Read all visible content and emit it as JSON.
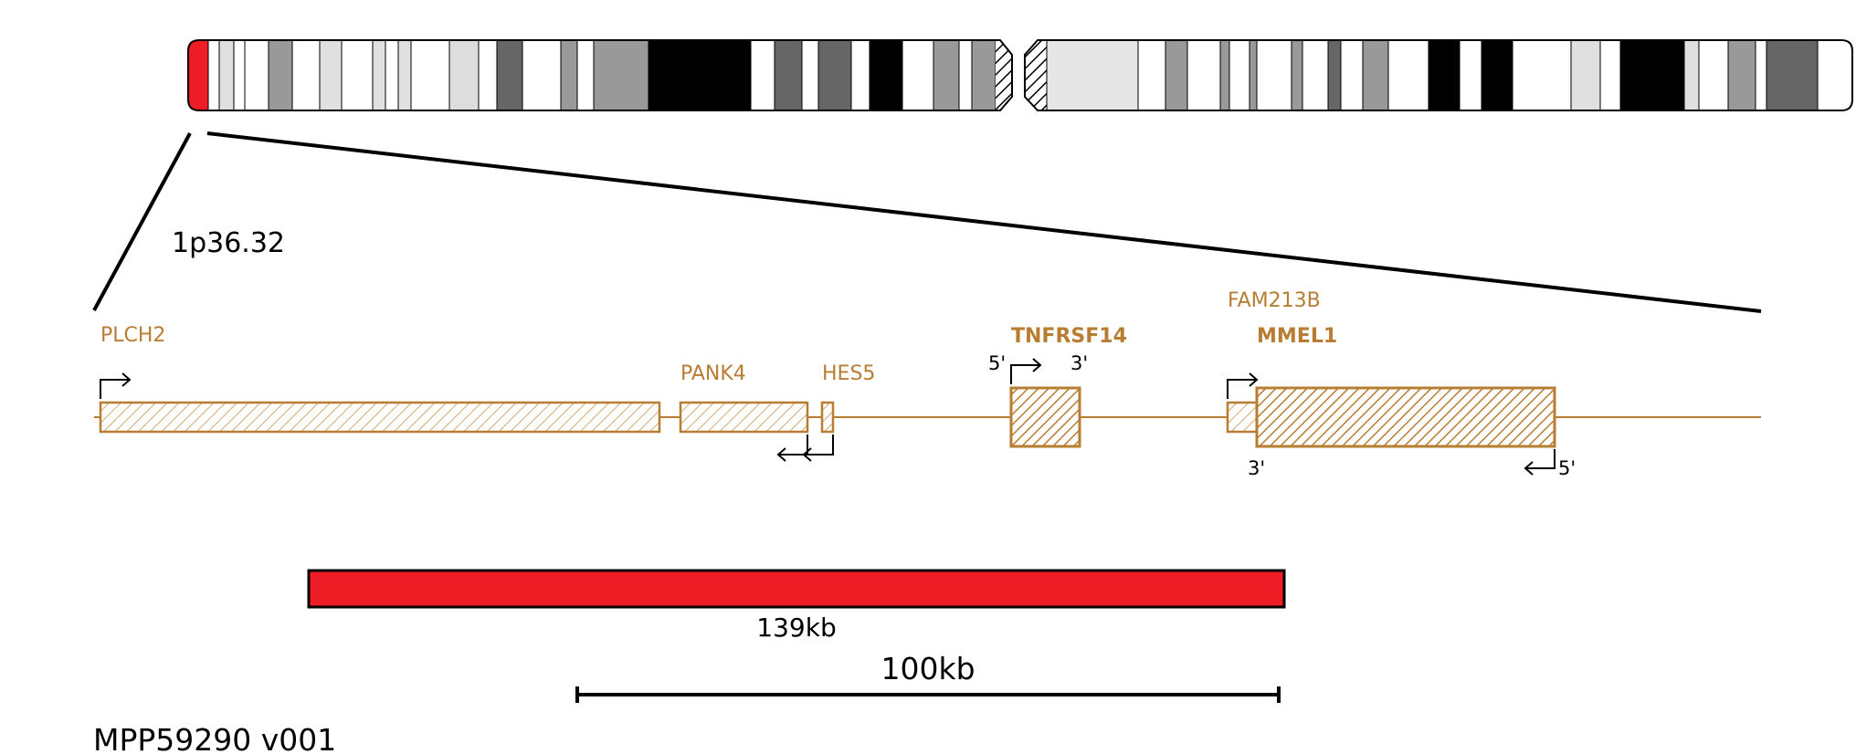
{
  "band_label": "1p36.32",
  "genes": [
    {
      "id": "plch2",
      "name": "PLCH2",
      "bold": false
    },
    {
      "id": "pank4",
      "name": "PANK4",
      "bold": false
    },
    {
      "id": "hes5",
      "name": "HES5",
      "bold": false
    },
    {
      "id": "tnfrsf14",
      "name": "TNFRSF14",
      "bold": true
    },
    {
      "id": "fam213b",
      "name": "FAM213B",
      "bold": false
    },
    {
      "id": "mmel1",
      "name": "MMEL1",
      "bold": true
    }
  ],
  "strand_labels": {
    "tnfrsf14_5": "5'",
    "tnfrsf14_3": "3'",
    "mmel1_3": "3'",
    "mmel1_5": "5'"
  },
  "deletion": {
    "size_label": "139kb"
  },
  "scale_bar": {
    "label": "100kb"
  },
  "footer": {
    "id_label": "MPP59290 v001"
  },
  "colors": {
    "gene": "#b87d32",
    "deletion": "#ee1c25",
    "highlight_band": "#ee1c25"
  }
}
